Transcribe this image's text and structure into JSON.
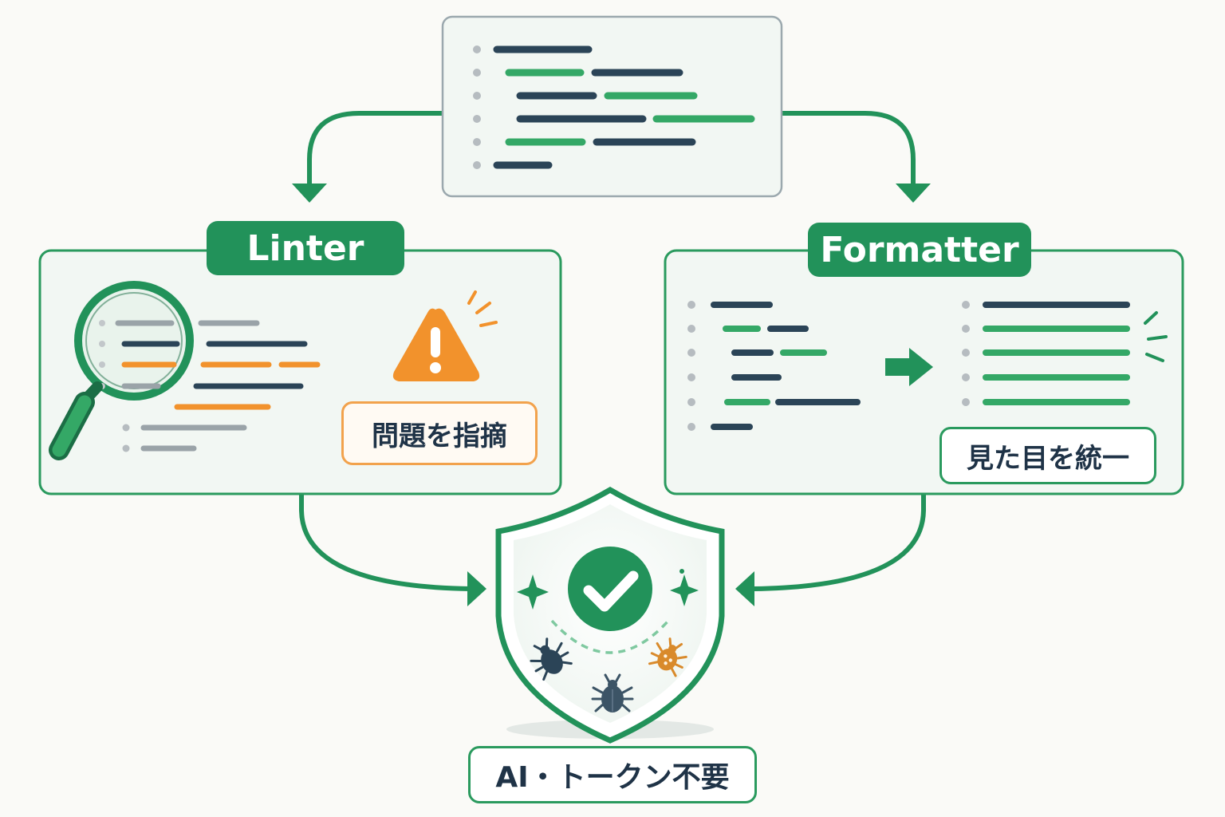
{
  "labels": {
    "linter": "Linter",
    "formatter": "Formatter",
    "linter_result": "問題を指摘",
    "formatter_result": "見た目を統一",
    "summary": "AI・トークン不要"
  },
  "icons": {
    "source": "code-lines-icon",
    "linter": "magnifier-icon",
    "warning": "warning-icon",
    "formatter_arrow": "arrow-right-icon",
    "shield": "shield-check-icon",
    "bugs": "bug-icon"
  },
  "colors": {
    "green": "#22925a",
    "green_light": "#34a866",
    "navy": "#2b4457",
    "orange": "#f2922c",
    "gray": "#9aa3a8",
    "panel_bg": "#f2f7f3"
  }
}
